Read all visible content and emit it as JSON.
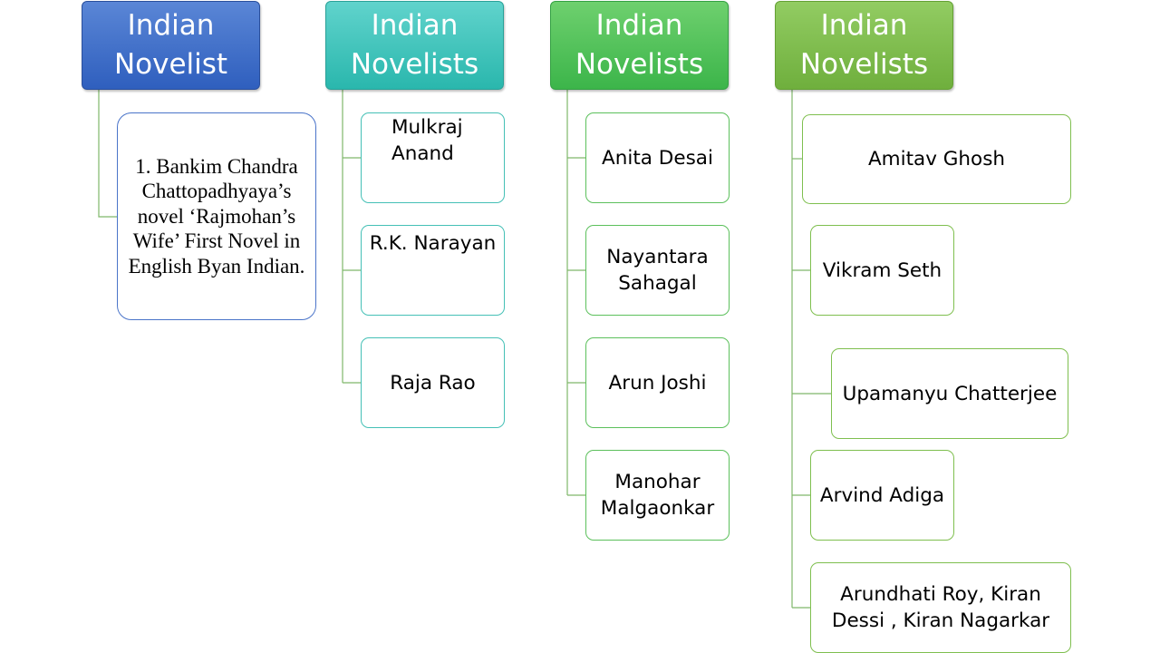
{
  "columns": [
    {
      "title": "Indian Novelist",
      "items": [
        "1. Bankim Chandra Chattopadhyaya’s novel ‘Rajmohan’s Wife’ First Novel in English Byan Indian."
      ]
    },
    {
      "title": "Indian Novelists",
      "items": [
        "Mulkraj Anand",
        "R.K. Narayan",
        "Raja Rao"
      ]
    },
    {
      "title": "Indian Novelists",
      "items": [
        "Anita Desai",
        "Nayantara Sahagal",
        "Arun Joshi",
        "Manohar Malgaonkar"
      ]
    },
    {
      "title": "Indian Novelists",
      "items": [
        "Amitav Ghosh",
        "Vikram Seth",
        "Upamanyu Chatterjee",
        "Arvind Adiga",
        "Arundhati Roy, Kiran Dessi , Kiran Nagarkar"
      ]
    }
  ],
  "colors": {
    "blue": "#3a67c8",
    "teal": "#2fbfb4",
    "green": "#45b850",
    "lime": "#76b347"
  }
}
